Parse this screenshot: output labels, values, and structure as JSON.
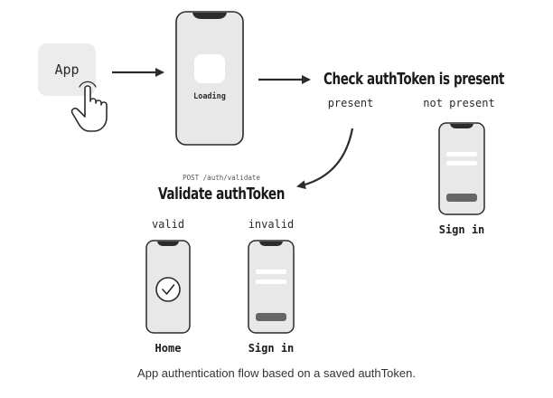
{
  "diagram": {
    "app_label": "App",
    "loading_label": "Loading",
    "check_title": "Check authToken is present",
    "branch_present": "present",
    "branch_not_present": "not present",
    "endpoint": "POST /auth/validate",
    "validate_title": "Validate authToken",
    "branch_valid": "valid",
    "branch_invalid": "invalid",
    "screen_home": "Home",
    "screen_signin_invalid": "Sign in",
    "screen_signin_missing": "Sign in"
  },
  "caption": "App authentication flow based on a saved authToken.",
  "colors": {
    "stroke": "#2b2b2b",
    "phone_fill": "#e8e8e8",
    "app_tile": "#ececec",
    "field": "#ffffff",
    "button": "#666666"
  },
  "icons": [
    "hand-pointer-icon",
    "checkmark-circle-icon"
  ]
}
